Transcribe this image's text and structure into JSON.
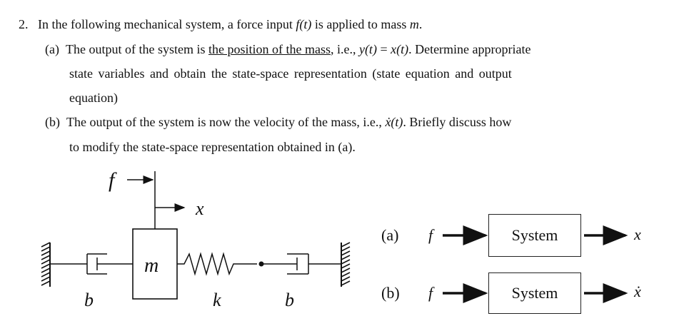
{
  "question": {
    "number": "2.",
    "line1_pre": "In the following mechanical system, a force input ",
    "line1_fn": "f(t)",
    "line1_mid": " is applied to mass ",
    "line1_mass": "m",
    "line1_post": ".",
    "a_label": "(a)",
    "a_line1_pre": "The output of the system is ",
    "a_line1_ul": "the position of the mass",
    "a_line1_mid": ", i.e., ",
    "a_line1_y": "y(t)",
    "a_line1_eq": " = ",
    "a_line1_x": "x(t)",
    "a_line1_post": ". Determine appropriate",
    "a_line2": "state variables and obtain the state-space representation (state equation and output",
    "a_line3": "equation)",
    "b_label": "(b)",
    "b_line1_pre": "The output of the system is now the velocity of the mass, i.e., ",
    "b_line1_xdot": "ẋ(t)",
    "b_line1_post": ". Briefly discuss how",
    "b_line2": "to modify the state-space representation obtained in (a)."
  },
  "diagram": {
    "force_label": "f",
    "displacement_label": "x",
    "mass_label": "m",
    "spring_label": "k",
    "damper_left_label": "b",
    "damper_right_label": "b"
  },
  "block_diagrams": [
    {
      "label": "(a)",
      "input": "f",
      "block": "System",
      "output": "x"
    },
    {
      "label": "(b)",
      "input": "f",
      "block": "System",
      "output": "ẋ"
    }
  ]
}
